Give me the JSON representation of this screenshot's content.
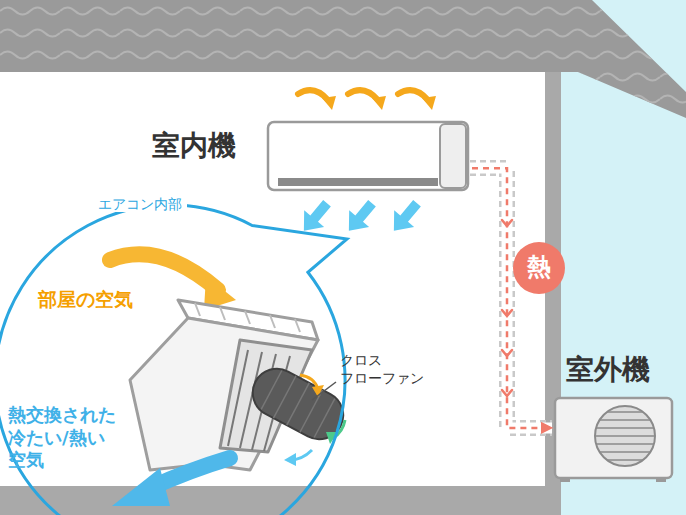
{
  "diagram": {
    "nodes": [
      {
        "text": [
          "室内機"
        ]
      },
      {
        "text": [
          "エアコン内部"
        ]
      },
      {
        "text": [
          "熱"
        ]
      },
      {
        "text": [
          "室外機"
        ]
      }
    ],
    "edges": [
      {
        "from": 0,
        "to": 3,
        "arrow": "to"
      }
    ],
    "labels": [
      "部屋の空気",
      "クロス フローファン",
      "熱交換された 冷たい/熱い 空気"
    ]
  }
}
